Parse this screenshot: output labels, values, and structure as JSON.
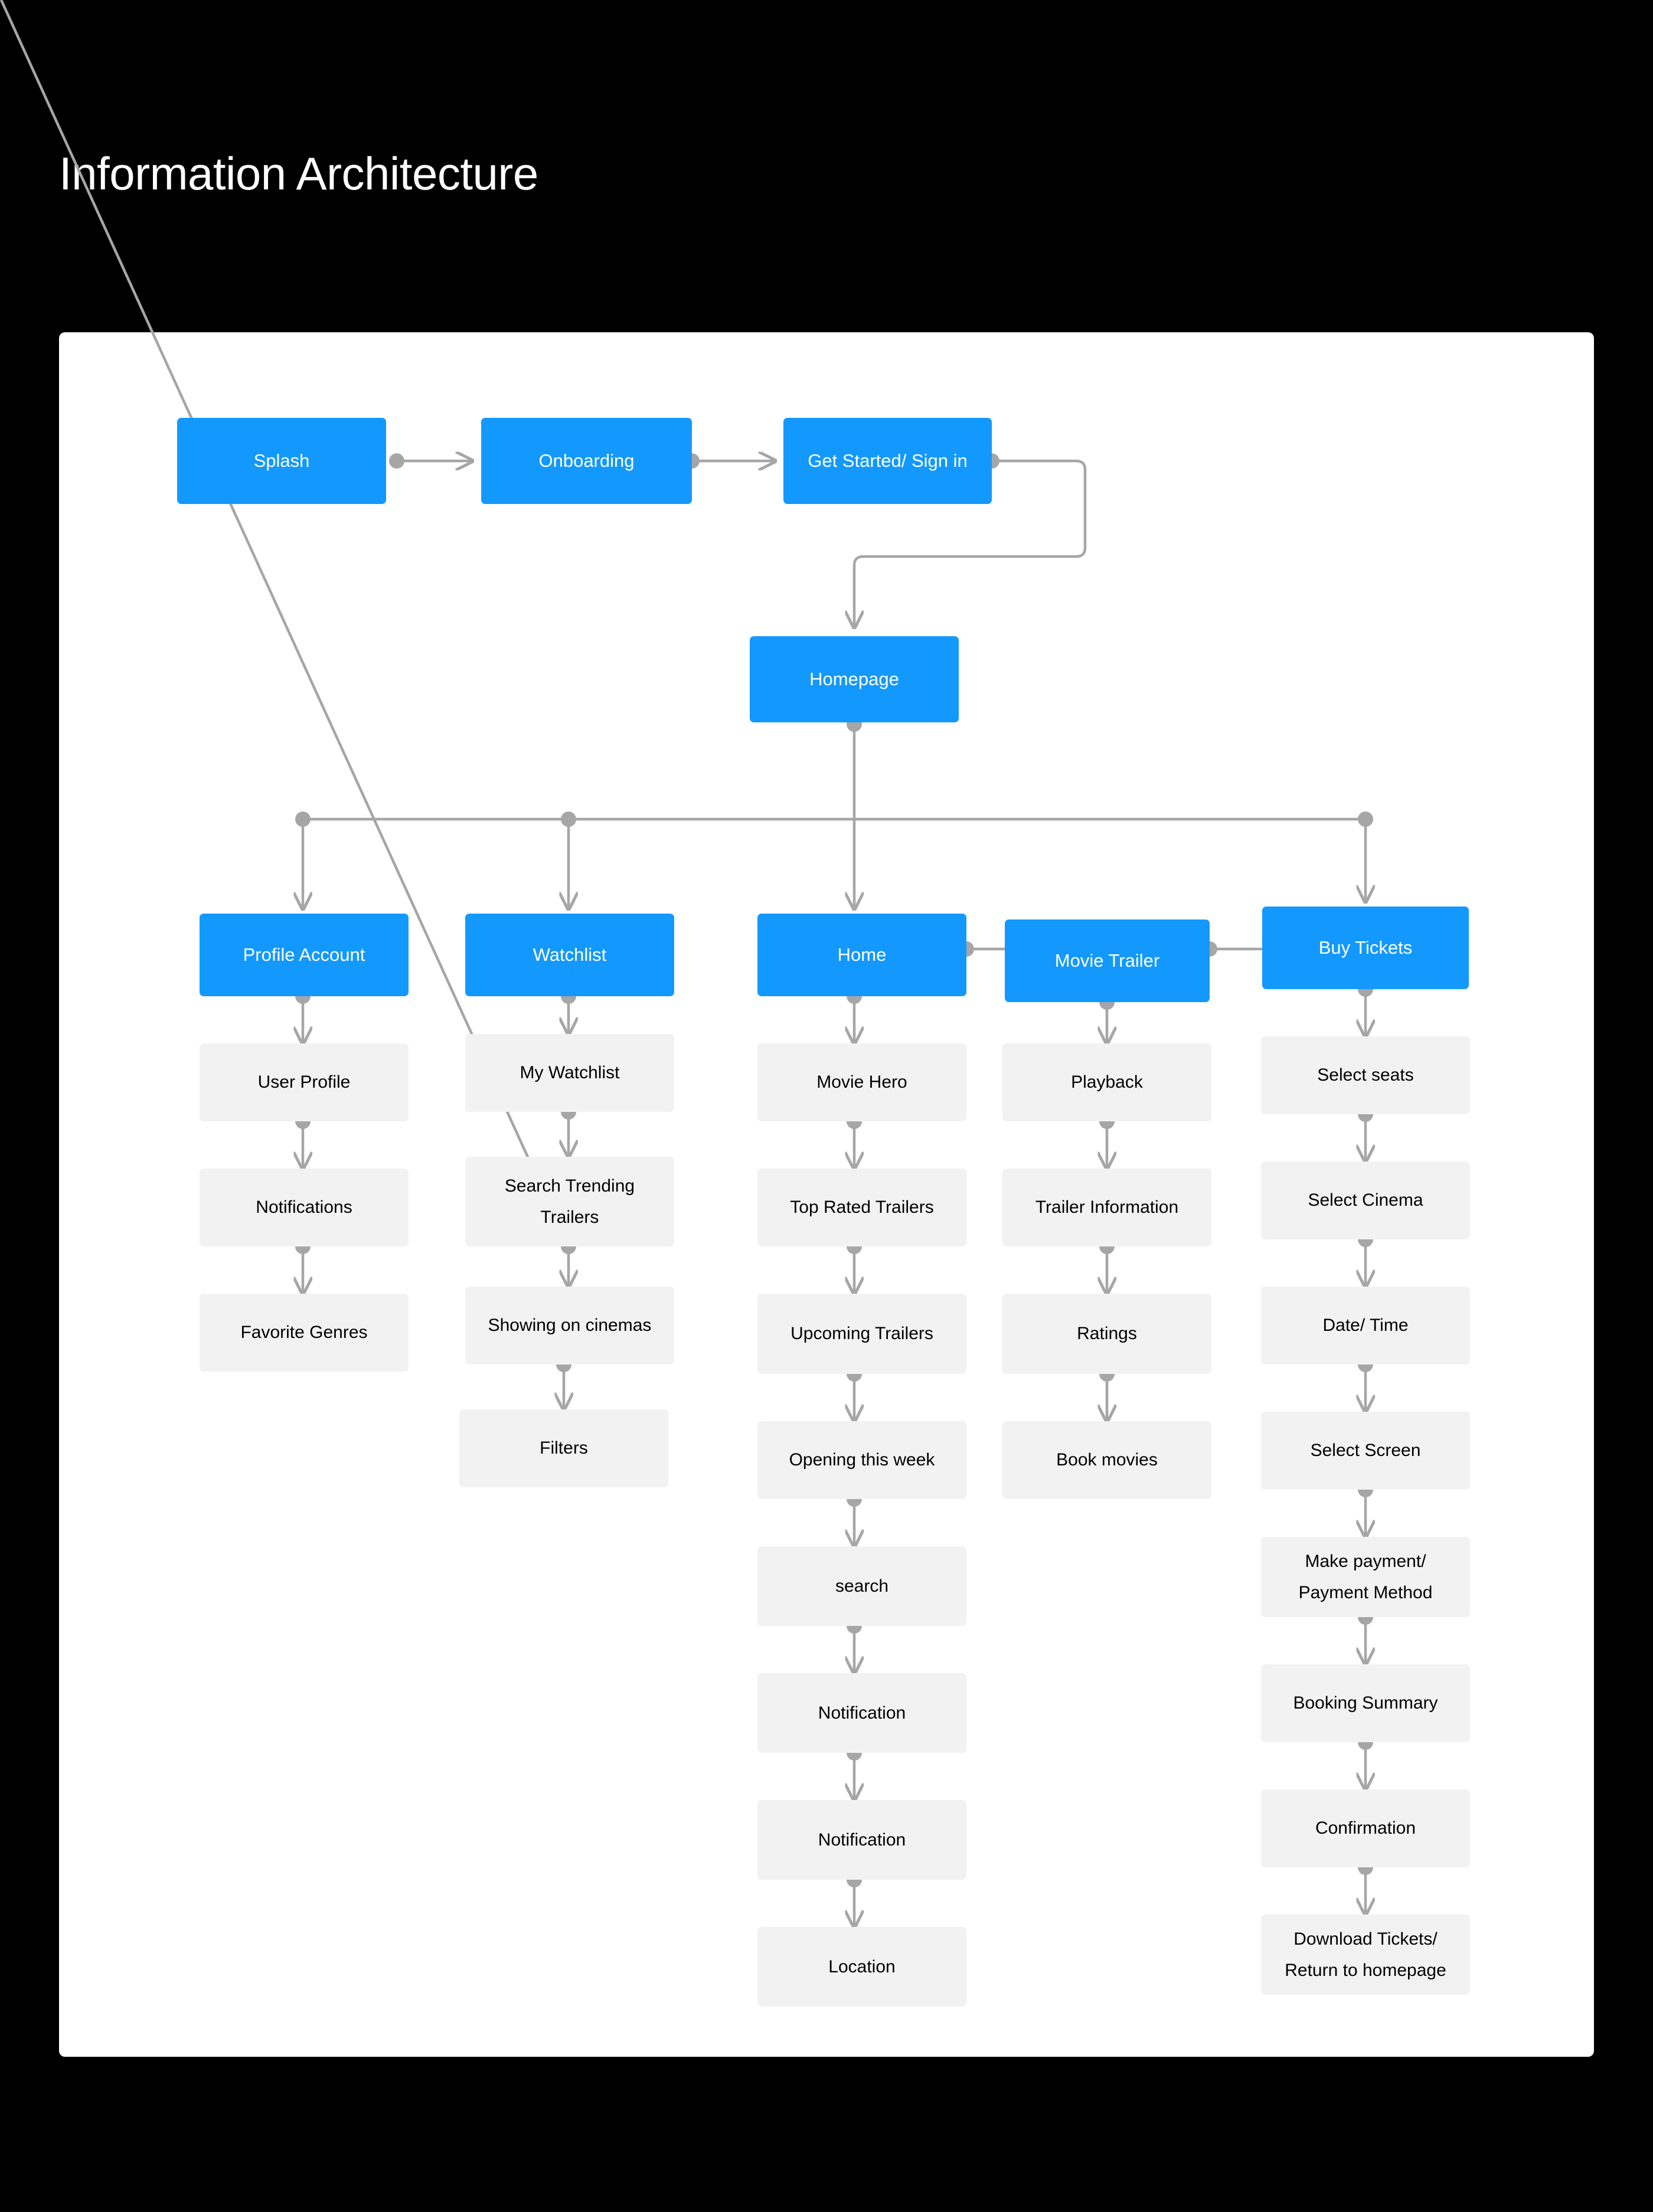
{
  "page": {
    "title": "Information Architecture",
    "background_color": "#000000",
    "card_color": "#ffffff"
  },
  "palette": {
    "primary": "#1399fd",
    "leaf_background": "#f2f2f2",
    "leaf_text": "#000000",
    "primary_text": "#ffffff",
    "connector": "#a6a6a6",
    "title_text": "#ffffff"
  },
  "diagram": {
    "type": "flowchart",
    "entry_flow": [
      {
        "id": "splash",
        "label": "Splash",
        "kind": "primary"
      },
      {
        "id": "onboarding",
        "label": "Onboarding",
        "kind": "primary"
      },
      {
        "id": "get-started",
        "label": "Get Started/ Sign in",
        "kind": "primary"
      },
      {
        "id": "homepage",
        "label": "Homepage",
        "kind": "primary"
      }
    ],
    "columns": [
      {
        "id": "profile-account",
        "head": {
          "id": "profile-account-head",
          "label": "Profile Account",
          "kind": "primary"
        },
        "items": [
          {
            "id": "user-profile",
            "label": "User Profile",
            "kind": "leaf"
          },
          {
            "id": "notifications",
            "label": "Notifications",
            "kind": "leaf"
          },
          {
            "id": "favorite-genres",
            "label": "Favorite Genres",
            "kind": "leaf"
          }
        ]
      },
      {
        "id": "watchlist",
        "head": {
          "id": "watchlist-head",
          "label": "Watchlist",
          "kind": "primary"
        },
        "items": [
          {
            "id": "my-watchlist",
            "label": "My Watchlist",
            "kind": "leaf"
          },
          {
            "id": "search-trending-trailers",
            "label": "Search Trending\nTrailers",
            "kind": "leaf"
          },
          {
            "id": "showing-on-cinemas",
            "label": "Showing on cinemas",
            "kind": "leaf"
          },
          {
            "id": "filters",
            "label": "Filters",
            "kind": "leaf"
          }
        ]
      },
      {
        "id": "home",
        "head": {
          "id": "home-head",
          "label": "Home",
          "kind": "primary"
        },
        "items": [
          {
            "id": "movie-hero",
            "label": "Movie Hero",
            "kind": "leaf"
          },
          {
            "id": "top-rated-trailers",
            "label": "Top Rated Trailers",
            "kind": "leaf"
          },
          {
            "id": "upcoming-trailers",
            "label": "Upcoming Trailers",
            "kind": "leaf"
          },
          {
            "id": "opening-this-week",
            "label": "Opening this week",
            "kind": "leaf"
          },
          {
            "id": "search",
            "label": "search",
            "kind": "leaf"
          },
          {
            "id": "notification-1",
            "label": "Notification",
            "kind": "leaf"
          },
          {
            "id": "notification-2",
            "label": "Notification",
            "kind": "leaf"
          },
          {
            "id": "location",
            "label": "Location",
            "kind": "leaf"
          }
        ]
      },
      {
        "id": "movie-trailer",
        "head": {
          "id": "movie-trailer-head",
          "label": "Movie Trailer",
          "kind": "primary"
        },
        "items": [
          {
            "id": "playback",
            "label": "Playback",
            "kind": "leaf"
          },
          {
            "id": "trailer-information",
            "label": "Trailer Information",
            "kind": "leaf"
          },
          {
            "id": "ratings",
            "label": "Ratings",
            "kind": "leaf"
          },
          {
            "id": "book-movies",
            "label": "Book movies",
            "kind": "leaf"
          }
        ]
      },
      {
        "id": "buy-tickets",
        "head": {
          "id": "buy-tickets-head",
          "label": "Buy Tickets",
          "kind": "primary"
        },
        "items": [
          {
            "id": "select-seats",
            "label": "Select seats",
            "kind": "leaf"
          },
          {
            "id": "select-cinema",
            "label": "Select Cinema",
            "kind": "leaf"
          },
          {
            "id": "date-time",
            "label": "Date/ Time",
            "kind": "leaf"
          },
          {
            "id": "select-screen",
            "label": "Select Screen",
            "kind": "leaf"
          },
          {
            "id": "make-payment",
            "label": "Make payment/\nPayment Method",
            "kind": "leaf"
          },
          {
            "id": "booking-summary",
            "label": "Booking Summary",
            "kind": "leaf"
          },
          {
            "id": "confirmation",
            "label": "Confirmation",
            "kind": "leaf"
          },
          {
            "id": "download-tickets",
            "label": "Download Tickets/\nReturn to homepage",
            "kind": "leaf"
          }
        ]
      }
    ],
    "edges": [
      {
        "from": "splash",
        "to": "onboarding",
        "direction": "horizontal"
      },
      {
        "from": "onboarding",
        "to": "get-started",
        "direction": "horizontal"
      },
      {
        "from": "get-started",
        "to": "homepage",
        "direction": "elbow"
      },
      {
        "from": "homepage",
        "to": "profile-account-head",
        "direction": "bus"
      },
      {
        "from": "homepage",
        "to": "watchlist-head",
        "direction": "bus"
      },
      {
        "from": "homepage",
        "to": "home-head",
        "direction": "bus"
      },
      {
        "from": "homepage",
        "to": "buy-tickets-head",
        "direction": "bus"
      },
      {
        "from": "home-head",
        "to": "movie-trailer-head",
        "direction": "horizontal"
      },
      {
        "from": "movie-trailer-head",
        "to": "buy-tickets-head",
        "direction": "horizontal"
      }
    ]
  }
}
